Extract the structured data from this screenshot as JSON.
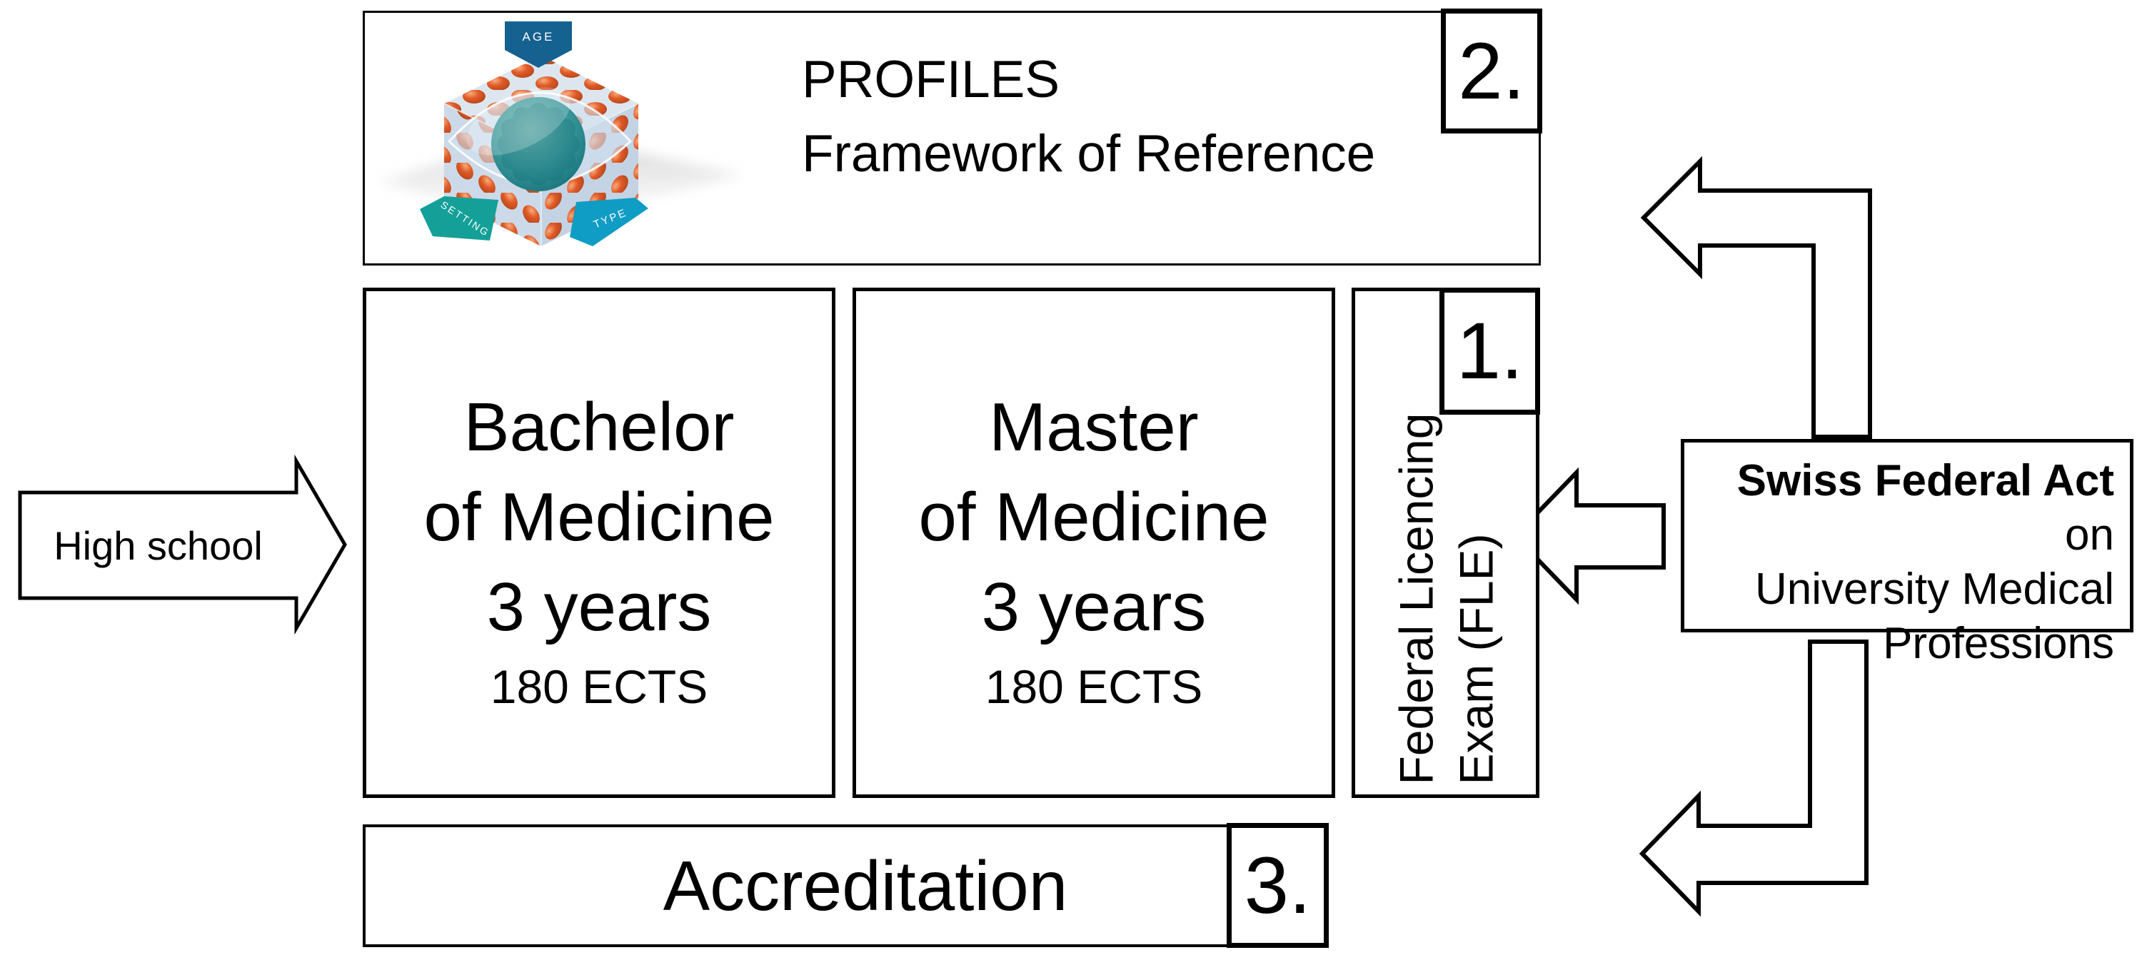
{
  "diagram": {
    "profiles": {
      "title": "PROFILES",
      "subtitle": "Framework of Reference",
      "number": "2."
    },
    "logo": {
      "banner_top": "AGE",
      "banner_left": "SETTING",
      "banner_right": "TYPE"
    },
    "bachelor": {
      "line1": "Bachelor",
      "line2": "of Medicine",
      "line3": "3 years",
      "line4": "180 ECTS"
    },
    "master": {
      "line1": "Master",
      "line2": "of Medicine",
      "line3": "3 years",
      "line4": "180 ECTS"
    },
    "fle": {
      "line1": "Federal Licencing",
      "line2": "Exam (FLE)",
      "number": "1."
    },
    "high_school": {
      "label": "High school"
    },
    "accreditation": {
      "label": "Accreditation",
      "number": "3."
    },
    "swiss_act": {
      "line1_bold": "Swiss Federal Act",
      "line1_rest": " on",
      "line2": "University Medical",
      "line3": "Professions"
    },
    "colors": {
      "age_banner": "#15618f",
      "setting_banner": "#14a098",
      "type_banner": "#0f9cc5",
      "bead_orange": "#e05a26",
      "cube_face": "#d5e0eb",
      "sphere_teal": "#2b8d90",
      "outline": "#000000"
    }
  }
}
